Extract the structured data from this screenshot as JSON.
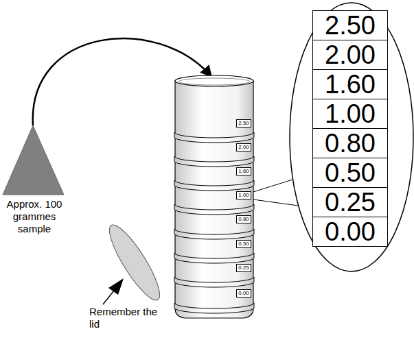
{
  "diagram": {
    "nodes": [
      {
        "text": [
          "2.50"
        ]
      },
      {
        "text": [
          "2.00"
        ]
      },
      {
        "text": [
          "1.60"
        ]
      },
      {
        "text": [
          "1.00"
        ]
      },
      {
        "text": [
          "0.80"
        ]
      },
      {
        "text": [
          "0.50"
        ]
      },
      {
        "text": [
          "0.25"
        ]
      },
      {
        "text": [
          "0.00"
        ]
      },
      {
        "text": [
          "2.50"
        ]
      },
      {
        "text": [
          "2.00"
        ]
      },
      {
        "text": [
          "1.60"
        ]
      },
      {
        "text": [
          "1.00"
        ]
      },
      {
        "text": [
          "0.80"
        ]
      },
      {
        "text": [
          "0.50"
        ]
      },
      {
        "text": [
          "0.25"
        ]
      },
      {
        "text": [
          "0.00"
        ]
      }
    ],
    "labels": [
      "Approx. 100 grammes sample",
      "Remember the lid"
    ]
  }
}
